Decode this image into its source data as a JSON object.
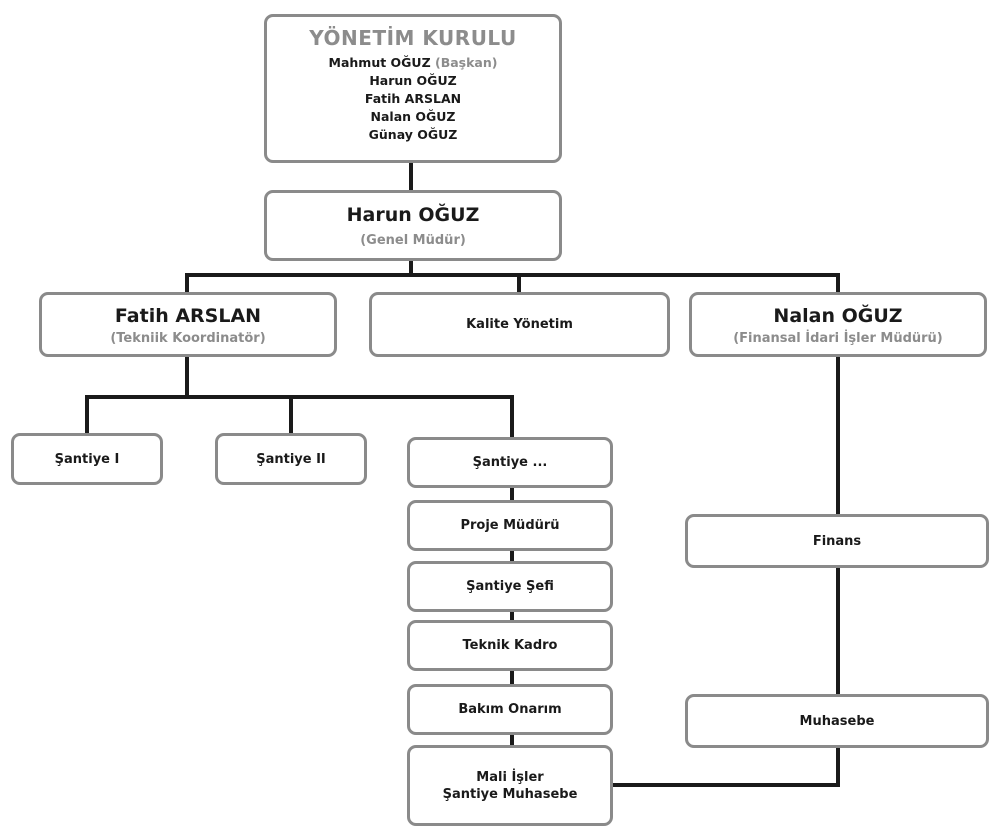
{
  "board": {
    "title": "YÖNETİM KURULU",
    "chair_name": "Mahmut OĞUZ",
    "chair_role": "(Başkan)",
    "members": [
      "Harun OĞUZ",
      "Fatih ARSLAN",
      "Nalan OĞUZ",
      "Günay OĞUZ"
    ]
  },
  "general_manager": {
    "name": "Harun OĞUZ",
    "title": "(Genel Müdür)"
  },
  "technical_coordinator": {
    "name": "Fatih ARSLAN",
    "title": "(Tekniik Koordinatör)"
  },
  "quality": {
    "label": "Kalite Yönetim"
  },
  "finance_manager": {
    "name": "Nalan OĞUZ",
    "title": "(Finansal İdari İşler Müdürü)"
  },
  "sites": {
    "site1": "Şantiye I",
    "site2": "Şantiye II",
    "site3": "Şantiye ..."
  },
  "site_chain": {
    "project_manager": "Proje Müdürü",
    "site_chief": "Şantiye Şefi",
    "technical_staff": "Teknik Kadro",
    "maintenance": "Bakım Onarım",
    "finance_line1": "Mali İşler",
    "finance_line2": "Şantiye Muhasebe"
  },
  "finance_chain": {
    "finance": "Finans",
    "accounting": "Muhasebe"
  },
  "colors": {
    "box_border": "#8a8a8a",
    "connector": "#1a1a1a",
    "muted_text": "#8c8c8c"
  }
}
